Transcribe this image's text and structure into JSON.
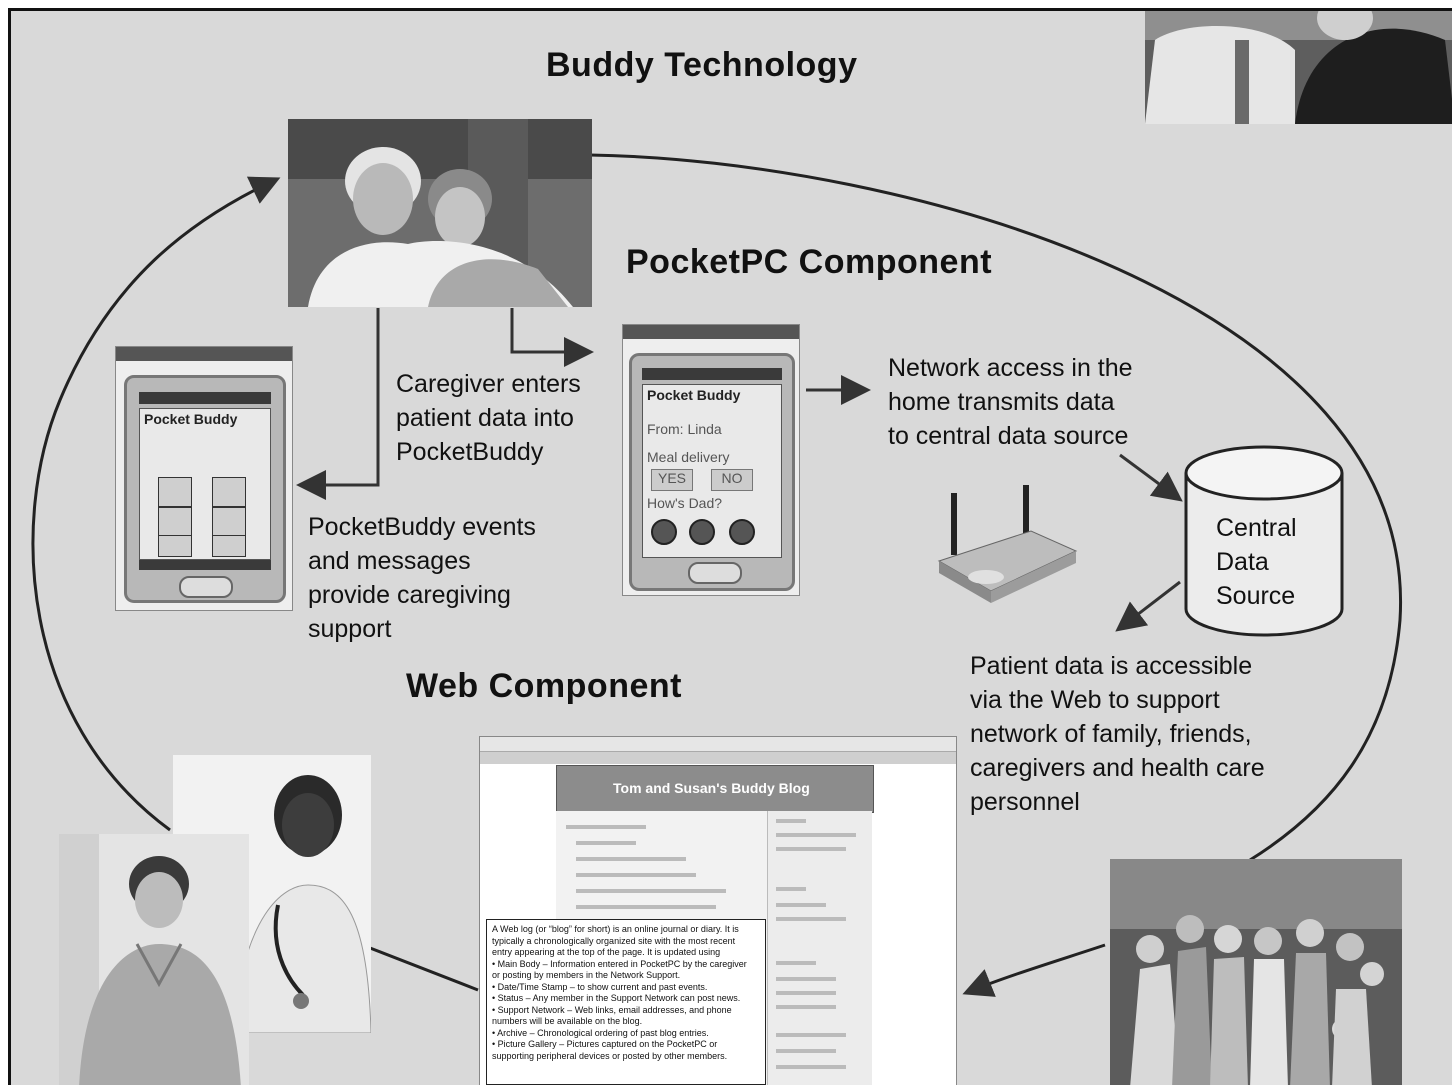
{
  "titles": {
    "main": "Buddy Technology",
    "pocketpc": "PocketPC Component",
    "web": "Web Component"
  },
  "labels": {
    "caregiver": [
      "Caregiver enters",
      "patient data into",
      "PocketBuddy"
    ],
    "events": [
      "PocketBuddy events",
      "and  messages",
      "provide caregiving",
      "support"
    ],
    "network": [
      "Network access in the",
      "home transmits data",
      "to central data source"
    ],
    "patient_data": [
      "Patient data is accessible",
      "via the Web to support",
      "network of family, friends,",
      "caregivers and health care",
      "personnel"
    ],
    "database": [
      "Central",
      "Data",
      "Source"
    ]
  },
  "devices": {
    "left": {
      "app_title": "Pocket Buddy"
    },
    "right": {
      "app_title": "Pocket Buddy",
      "from": "From: Linda",
      "question": "Meal delivery",
      "yes": "YES",
      "no": "NO",
      "how": "How's Dad?"
    }
  },
  "blog": {
    "title": "Tom and Susan's Buddy Blog",
    "note_lines": [
      "A Web log (or “blog” for short) is an online journal or diary. It is",
      "typically a chronologically organized site with the most recent",
      "entry appearing at the top of the page. It is updated using",
      "• Main Body – Information entered in PocketPC by the caregiver",
      "or posting by members in the Network Support.",
      "• Date/Time Stamp – to show current and past events.",
      "• Status – Any member in the Support Network can post news.",
      "• Support Network – Web links, email addresses, and phone",
      "numbers will be available on the blog.",
      "• Archive – Chronological ordering of past blog entries.",
      "• Picture Gallery – Pictures captured on the PocketPC or",
      "supporting peripheral devices or posted by other members."
    ]
  },
  "colors": {
    "background": "#d9d9d9",
    "dark_stroke": "#222222"
  }
}
